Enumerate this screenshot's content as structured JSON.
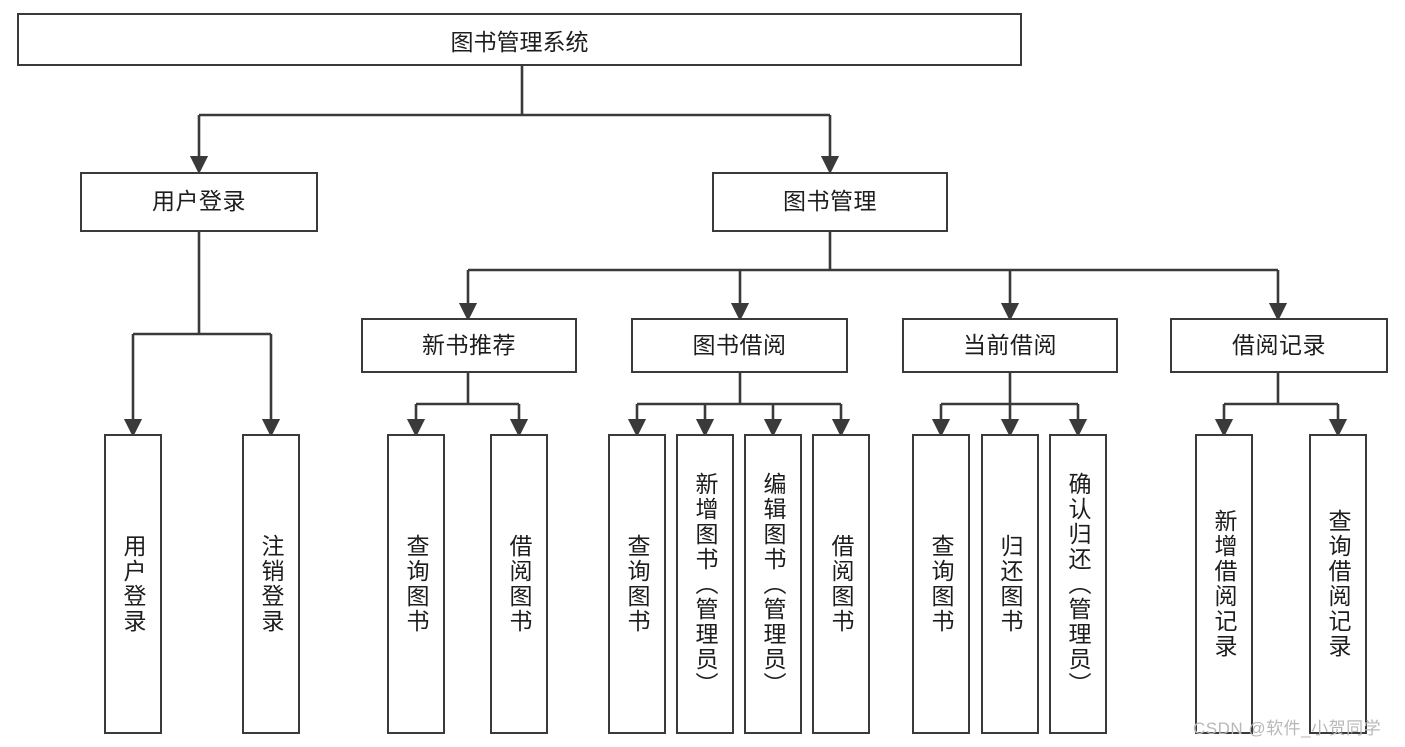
{
  "diagram": {
    "title": "图书管理系统",
    "type": "tree-hierarchy-diagram",
    "root": {
      "label": "图书管理系统"
    },
    "level2": [
      {
        "label": "用户登录"
      },
      {
        "label": "图书管理"
      }
    ],
    "level3": [
      {
        "label": "新书推荐"
      },
      {
        "label": "图书借阅"
      },
      {
        "label": "当前借阅"
      },
      {
        "label": "借阅记录"
      }
    ],
    "leaves": {
      "user_login": [
        {
          "label": "用户登录"
        },
        {
          "label": "注销登录"
        }
      ],
      "new_book_recommend": [
        {
          "label": "查询图书"
        },
        {
          "label": "借阅图书"
        }
      ],
      "book_borrow": [
        {
          "label": "查询图书"
        },
        {
          "label": "新增图书（管理员）"
        },
        {
          "label": "编辑图书（管理员）"
        },
        {
          "label": "借阅图书"
        }
      ],
      "current_borrow": [
        {
          "label": "查询图书"
        },
        {
          "label": "归还图书"
        },
        {
          "label": "确认归还（管理员）"
        }
      ],
      "borrow_record": [
        {
          "label": "新增借阅记录"
        },
        {
          "label": "查询借阅记录"
        }
      ]
    }
  },
  "watermark": {
    "text": "CSDN @软件_小贺同学"
  },
  "colors": {
    "stroke": "#3a3a3a",
    "background": "#ffffff",
    "text": "#1d1d1d",
    "watermark": "#b8b8b8"
  }
}
